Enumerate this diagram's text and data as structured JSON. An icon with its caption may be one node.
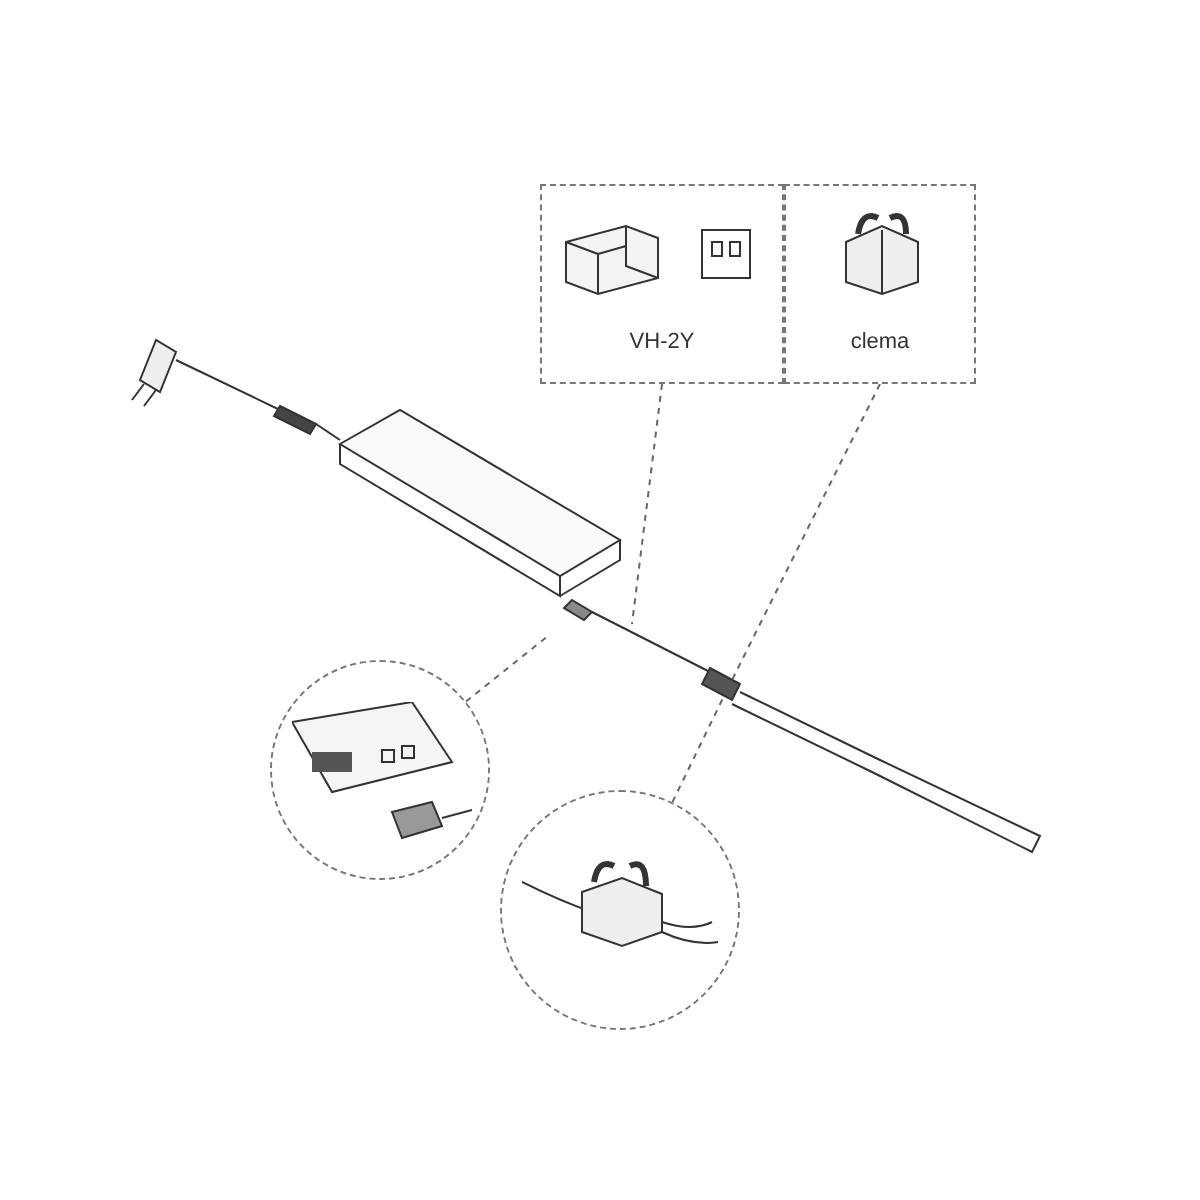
{
  "diagram": {
    "nodes": [
      {
        "text": [
          "VH-2Y"
        ]
      },
      {
        "text": [
          "clema"
        ]
      },
      {
        "text": [],
        "shape": "circle"
      },
      {
        "text": [],
        "shape": "circle"
      }
    ],
    "edges": [
      {
        "from": 0,
        "to": null,
        "arrow": "none",
        "style": "dashed"
      },
      {
        "from": 1,
        "to": null,
        "arrow": "none",
        "style": "dashed"
      },
      {
        "from": 2,
        "to": null,
        "arrow": "none",
        "style": "dashed"
      },
      {
        "from": 3,
        "to": null,
        "arrow": "none",
        "style": "dashed"
      }
    ]
  }
}
